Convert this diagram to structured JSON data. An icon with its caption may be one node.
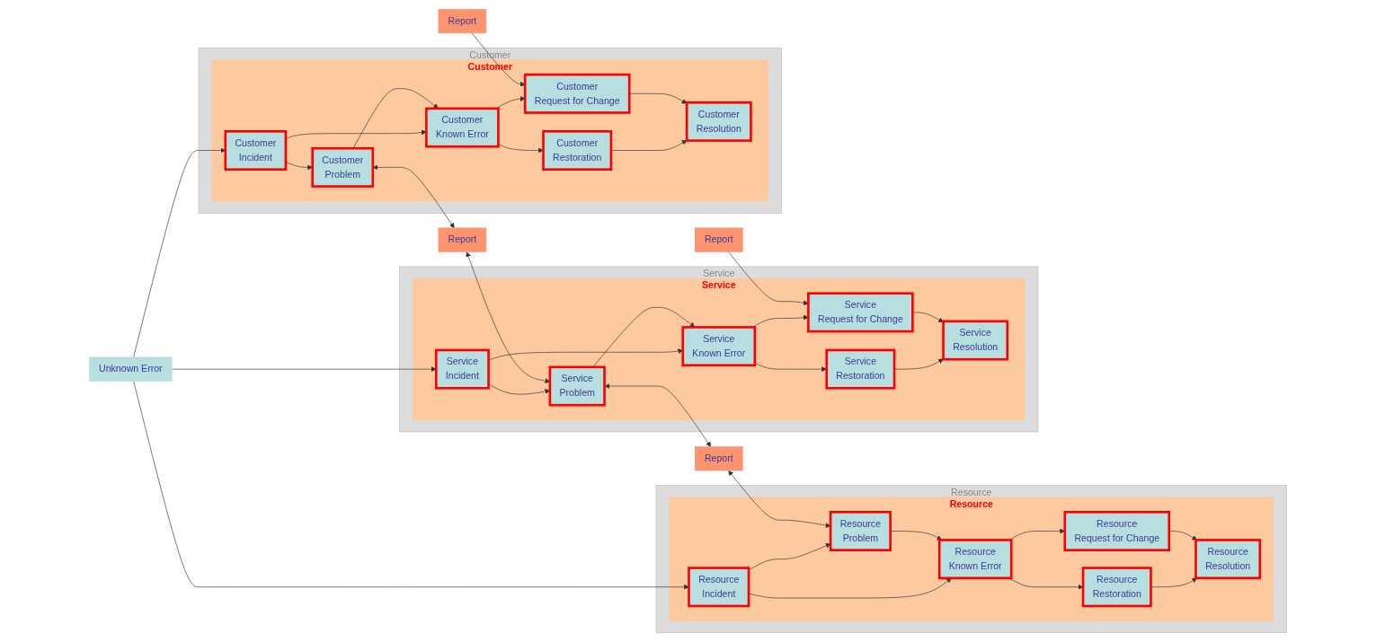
{
  "diagram": {
    "nodes": [
      {
        "text": [
          "Unknown Error"
        ]
      },
      {
        "text": [
          "Customer"
        ]
      },
      {
        "text": [
          "Customer"
        ],
        "in": 1
      },
      {
        "text": [
          "Customer",
          "Incident"
        ],
        "in": 2
      },
      {
        "text": [
          "Customer",
          "Problem"
        ],
        "in": 2
      },
      {
        "text": [
          "Customer",
          "Known Error"
        ],
        "in": 2
      },
      {
        "text": [
          "Customer",
          "Restoration"
        ],
        "in": 2
      },
      {
        "text": [
          "Customer",
          "Request for Change"
        ],
        "in": 2
      },
      {
        "text": [
          "Customer",
          "Resolution"
        ],
        "in": 2
      },
      {
        "text": [
          "Service"
        ]
      },
      {
        "text": [
          "Service"
        ],
        "in": 9
      },
      {
        "text": [
          "Report"
        ]
      },
      {
        "text": [
          "Report"
        ]
      },
      {
        "text": [
          "Service",
          "Incident"
        ],
        "in": 10
      },
      {
        "text": [
          "Service",
          "Problem"
        ],
        "in": 10
      },
      {
        "text": [
          "Service",
          "Known Error"
        ],
        "in": 10
      },
      {
        "text": [
          "Service",
          "Restoration"
        ],
        "in": 10
      },
      {
        "text": [
          "Service",
          "Request for Change"
        ],
        "in": 10
      },
      {
        "text": [
          "Service",
          "Resolution"
        ],
        "in": 10
      },
      {
        "text": [
          "Resource"
        ]
      },
      {
        "text": [
          "Resource"
        ],
        "in": 19
      },
      {
        "text": [
          "Report"
        ]
      },
      {
        "text": [
          "Report"
        ]
      },
      {
        "text": [
          "Resource",
          "Incident"
        ],
        "in": 20
      },
      {
        "text": [
          "Resource",
          "Problem"
        ],
        "in": 20
      },
      {
        "text": [
          "Resource",
          "Known Error"
        ],
        "in": 20
      },
      {
        "text": [
          "Resource",
          "Restoration"
        ],
        "in": 20
      },
      {
        "text": [
          "Resource",
          "Request for Change"
        ],
        "in": 20
      },
      {
        "text": [
          "Resource",
          "Resolution"
        ],
        "in": 20
      }
    ],
    "edges": [
      {
        "from": 0,
        "to": 3,
        "arrow": "to"
      },
      {
        "from": 0,
        "to": 13,
        "arrow": "to"
      },
      {
        "from": 0,
        "to": 23,
        "arrow": "to"
      },
      {
        "from": 3,
        "to": 5,
        "arrow": "to"
      },
      {
        "from": 4,
        "to": 5,
        "arrow": "to"
      },
      {
        "from": 3,
        "to": 4,
        "arrow": "to"
      },
      {
        "from": 5,
        "to": 6,
        "arrow": "to"
      },
      {
        "from": 5,
        "to": 7,
        "arrow": "to"
      },
      {
        "from": 6,
        "to": 8,
        "arrow": "to"
      },
      {
        "from": 7,
        "to": 8,
        "arrow": "to"
      },
      {
        "from": 13,
        "to": 15,
        "arrow": "to"
      },
      {
        "from": 14,
        "to": 15,
        "arrow": "to"
      },
      {
        "from": 13,
        "to": 14,
        "arrow": "to"
      },
      {
        "from": 15,
        "to": 16,
        "arrow": "to"
      },
      {
        "from": 15,
        "to": 17,
        "arrow": "to"
      },
      {
        "from": 16,
        "to": 18,
        "arrow": "to"
      },
      {
        "from": 17,
        "to": 18,
        "arrow": "to"
      },
      {
        "from": 23,
        "to": 25,
        "arrow": "to"
      },
      {
        "from": 24,
        "to": 25,
        "arrow": "to"
      },
      {
        "from": 23,
        "to": 24,
        "arrow": "to"
      },
      {
        "from": 25,
        "to": 26,
        "arrow": "to"
      },
      {
        "from": 25,
        "to": 27,
        "arrow": "to"
      },
      {
        "from": 26,
        "to": 28,
        "arrow": "to"
      },
      {
        "from": 27,
        "to": 28,
        "arrow": "to"
      },
      {
        "from": 4,
        "to": 11,
        "arrow": "both"
      },
      {
        "from": 11,
        "to": 14,
        "arrow": "both"
      },
      {
        "from": 14,
        "to": 21,
        "arrow": "both"
      },
      {
        "from": 21,
        "to": 24,
        "arrow": "both"
      },
      {
        "from": 12,
        "to": 7,
        "arrow": "to"
      },
      {
        "from": 22,
        "to": 17,
        "arrow": "to"
      }
    ]
  }
}
